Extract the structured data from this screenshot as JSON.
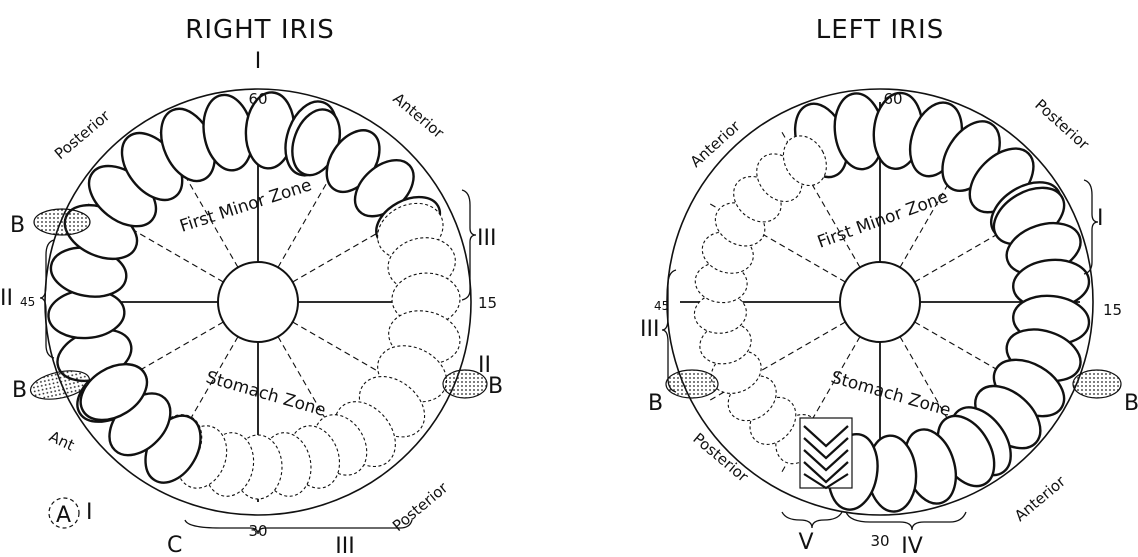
{
  "right_iris": {
    "title": "RIGHT IRIS",
    "roman_top": "I",
    "roman_right_upper": "III",
    "roman_left": "II",
    "roman_right_lower": "II",
    "roman_bottom_mid": "III",
    "roman_bottom_left": "I",
    "num_top": "60",
    "num_right": "15",
    "num_left": "45",
    "num_bottom": "30",
    "label_posterior_top": "Posterior",
    "label_anterior_top": "Anterior",
    "label_posterior_bottom": "Posterior",
    "label_ant": "Ant",
    "letter_b_upper_left": "B",
    "letter_b_lower_left": "B",
    "letter_b_right": "B",
    "letter_a": "A",
    "letter_c": "C",
    "zone_first_minor": "First Minor Zone",
    "zone_stomach": "Stomach Zone"
  },
  "left_iris": {
    "title": "LEFT IRIS",
    "roman_right": "I",
    "roman_left": "III",
    "roman_bottom_left": "V",
    "roman_bottom_right": "IV",
    "num_top": "60",
    "num_right": "15",
    "num_left": "45",
    "num_bottom": "30",
    "label_anterior_top": "Anterior",
    "label_posterior_top": "Posterior",
    "label_posterior_bottom": "Posterior",
    "label_anterior_bottom": "Anterior",
    "letter_b_left": "B",
    "letter_b_right": "B",
    "zone_first_minor": "First Minor Zone",
    "zone_stomach": "Stomach Zone"
  }
}
